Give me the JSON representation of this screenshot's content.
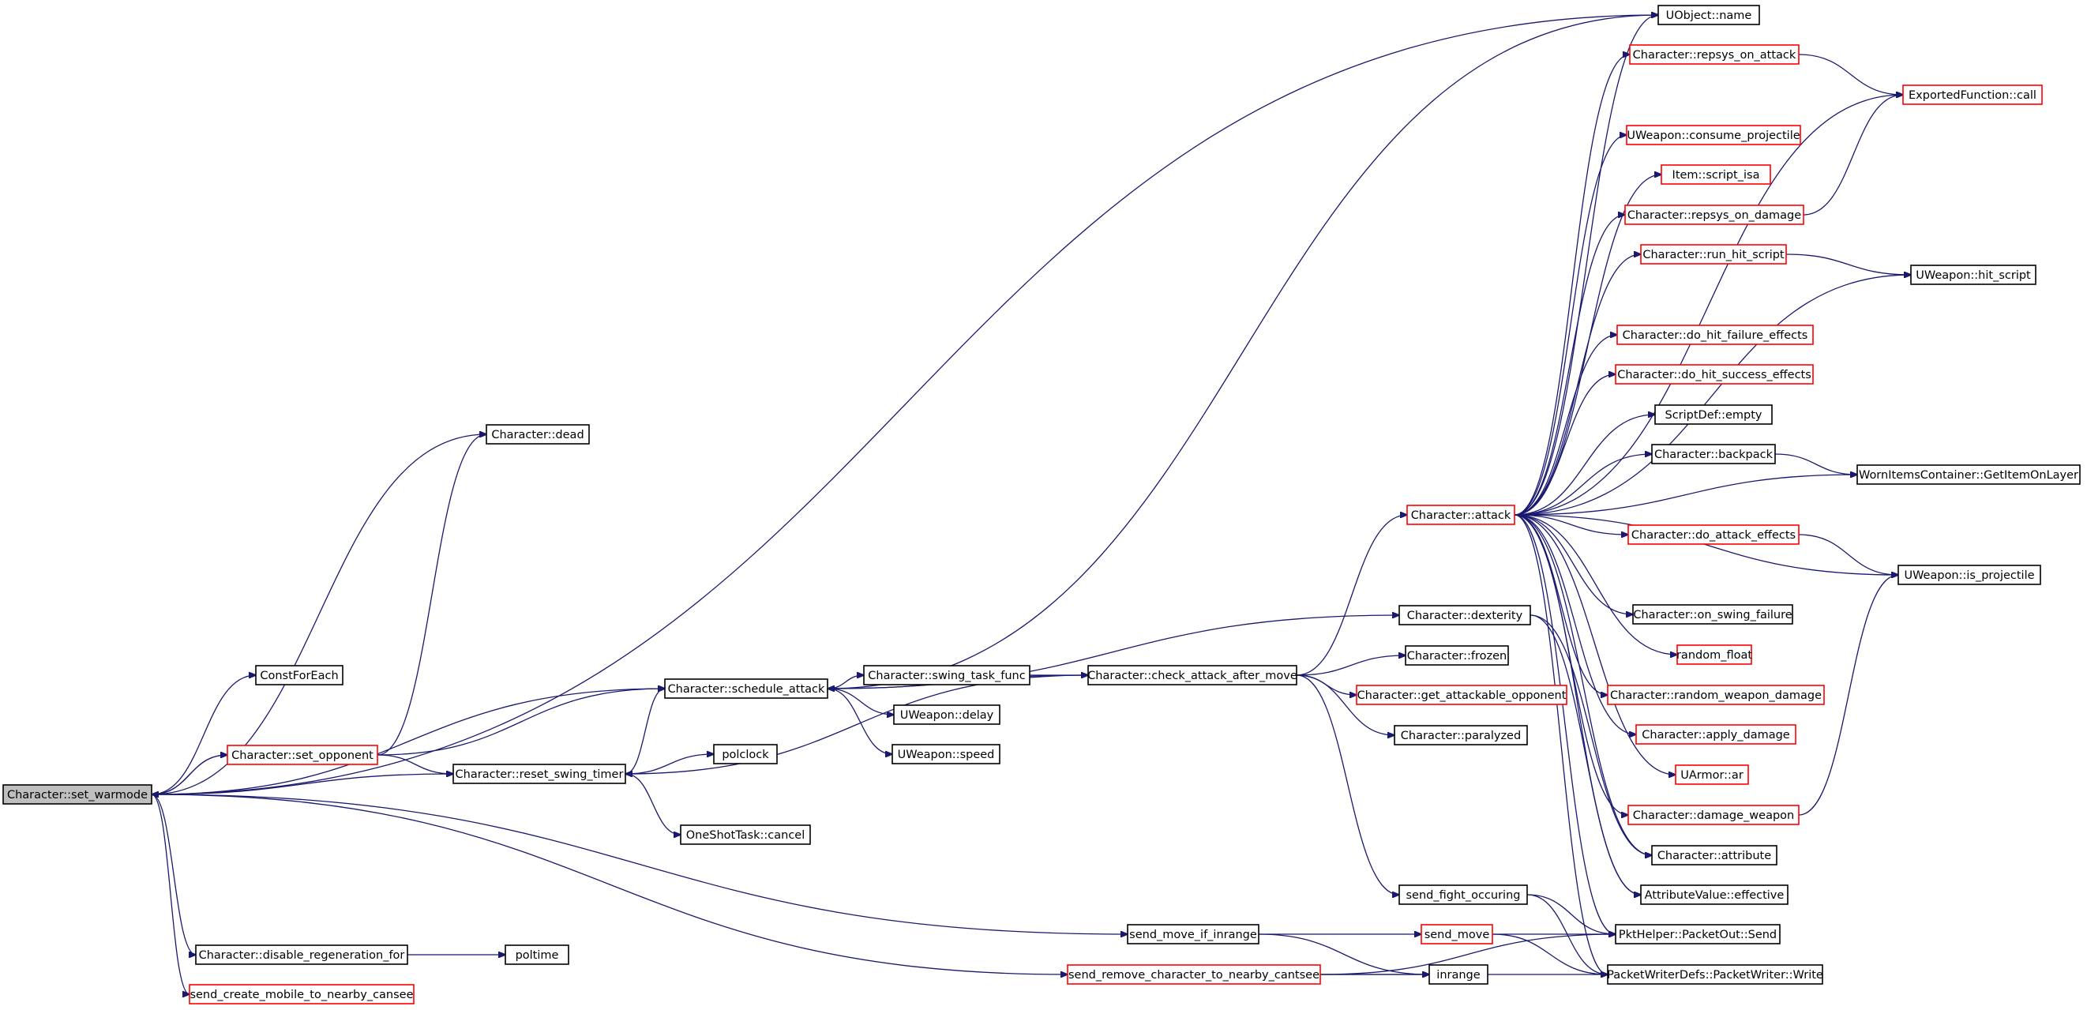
{
  "graph": {
    "nodes": [
      {
        "id": "set_warmode",
        "label": "Character::set_warmode",
        "style": "root"
      },
      {
        "id": "ConstForEach",
        "label": "ConstForEach",
        "style": "black"
      },
      {
        "id": "dead",
        "label": "Character::dead",
        "style": "black"
      },
      {
        "id": "set_opponent",
        "label": "Character::set_opponent",
        "style": "red"
      },
      {
        "id": "reset_swing_timer",
        "label": "Character::reset_swing_timer",
        "style": "black"
      },
      {
        "id": "schedule_attack",
        "label": "Character::schedule_attack",
        "style": "black"
      },
      {
        "id": "polclock",
        "label": "polclock",
        "style": "black"
      },
      {
        "id": "OneShotTask_cancel",
        "label": "OneShotTask::cancel",
        "style": "black"
      },
      {
        "id": "disable_regeneration_for",
        "label": "Character::disable_regeneration_for",
        "style": "black"
      },
      {
        "id": "poltime",
        "label": "poltime",
        "style": "black"
      },
      {
        "id": "send_create_mobile",
        "label": "send_create_mobile_to_nearby_cansee",
        "style": "red"
      },
      {
        "id": "swing_task_func",
        "label": "Character::swing_task_func",
        "style": "black"
      },
      {
        "id": "UWeapon_delay",
        "label": "UWeapon::delay",
        "style": "black"
      },
      {
        "id": "UWeapon_speed",
        "label": "UWeapon::speed",
        "style": "black"
      },
      {
        "id": "check_attack_after_move",
        "label": "Character::check_attack_after_move",
        "style": "black"
      },
      {
        "id": "send_move_if_inrange",
        "label": "send_move_if_inrange",
        "style": "black"
      },
      {
        "id": "send_remove_character",
        "label": "send_remove_character_to_nearby_cantsee",
        "style": "red"
      },
      {
        "id": "attack",
        "label": "Character::attack",
        "style": "red"
      },
      {
        "id": "dexterity",
        "label": "Character::dexterity",
        "style": "black"
      },
      {
        "id": "frozen",
        "label": "Character::frozen",
        "style": "black"
      },
      {
        "id": "get_attackable_opponent",
        "label": "Character::get_attackable_opponent",
        "style": "red"
      },
      {
        "id": "paralyzed",
        "label": "Character::paralyzed",
        "style": "black"
      },
      {
        "id": "send_fight_occuring",
        "label": "send_fight_occuring",
        "style": "black"
      },
      {
        "id": "send_move",
        "label": "send_move",
        "style": "red"
      },
      {
        "id": "inrange",
        "label": "inrange",
        "style": "black"
      },
      {
        "id": "UObject_name",
        "label": "UObject::name",
        "style": "black"
      },
      {
        "id": "repsys_on_attack",
        "label": "Character::repsys_on_attack",
        "style": "red"
      },
      {
        "id": "consume_projectile",
        "label": "UWeapon::consume_projectile",
        "style": "red"
      },
      {
        "id": "Item_script_isa",
        "label": "Item::script_isa",
        "style": "red"
      },
      {
        "id": "repsys_on_damage",
        "label": "Character::repsys_on_damage",
        "style": "red"
      },
      {
        "id": "run_hit_script",
        "label": "Character::run_hit_script",
        "style": "red"
      },
      {
        "id": "do_hit_failure_effects",
        "label": "Character::do_hit_failure_effects",
        "style": "red"
      },
      {
        "id": "do_hit_success_effects",
        "label": "Character::do_hit_success_effects",
        "style": "red"
      },
      {
        "id": "ScriptDef_empty",
        "label": "ScriptDef::empty",
        "style": "black"
      },
      {
        "id": "backpack",
        "label": "Character::backpack",
        "style": "black"
      },
      {
        "id": "do_attack_effects",
        "label": "Character::do_attack_effects",
        "style": "red"
      },
      {
        "id": "on_swing_failure",
        "label": "Character::on_swing_failure",
        "style": "black"
      },
      {
        "id": "random_float",
        "label": "random_float",
        "style": "red"
      },
      {
        "id": "random_weapon_damage",
        "label": "Character::random_weapon_damage",
        "style": "red"
      },
      {
        "id": "apply_damage",
        "label": "Character::apply_damage",
        "style": "red"
      },
      {
        "id": "UArmor_ar",
        "label": "UArmor::ar",
        "style": "red"
      },
      {
        "id": "damage_weapon",
        "label": "Character::damage_weapon",
        "style": "red"
      },
      {
        "id": "attribute",
        "label": "Character::attribute",
        "style": "black"
      },
      {
        "id": "AttributeValue_effective",
        "label": "AttributeValue::effective",
        "style": "black"
      },
      {
        "id": "PacketOut_Send",
        "label": "PktHelper::PacketOut::Send",
        "style": "black"
      },
      {
        "id": "PacketWriter_Write",
        "label": "PacketWriterDefs::PacketWriter::Write",
        "style": "black"
      },
      {
        "id": "ExportedFunction_call",
        "label": "ExportedFunction::call",
        "style": "red"
      },
      {
        "id": "UWeapon_hit_script",
        "label": "UWeapon::hit_script",
        "style": "black"
      },
      {
        "id": "GetItemOnLayer",
        "label": "WornItemsContainer::GetItemOnLayer",
        "style": "black"
      },
      {
        "id": "UWeapon_is_projectile",
        "label": "UWeapon::is_projectile",
        "style": "black"
      }
    ],
    "edges": [
      [
        "set_warmode",
        "ConstForEach"
      ],
      [
        "set_warmode",
        "dead"
      ],
      [
        "set_warmode",
        "set_opponent"
      ],
      [
        "set_warmode",
        "reset_swing_timer"
      ],
      [
        "set_warmode",
        "schedule_attack"
      ],
      [
        "set_warmode",
        "UObject_name"
      ],
      [
        "set_warmode",
        "send_move_if_inrange"
      ],
      [
        "set_warmode",
        "send_remove_character"
      ],
      [
        "set_warmode",
        "disable_regeneration_for"
      ],
      [
        "set_warmode",
        "send_create_mobile"
      ],
      [
        "set_opponent",
        "set_warmode"
      ],
      [
        "set_opponent",
        "dead"
      ],
      [
        "set_opponent",
        "reset_swing_timer"
      ],
      [
        "set_opponent",
        "schedule_attack"
      ],
      [
        "reset_swing_timer",
        "polclock"
      ],
      [
        "reset_swing_timer",
        "OneShotTask_cancel"
      ],
      [
        "reset_swing_timer",
        "schedule_attack"
      ],
      [
        "schedule_attack",
        "swing_task_func"
      ],
      [
        "schedule_attack",
        "UWeapon_delay"
      ],
      [
        "schedule_attack",
        "UWeapon_speed"
      ],
      [
        "schedule_attack",
        "dexterity"
      ],
      [
        "schedule_attack",
        "UObject_name"
      ],
      [
        "swing_task_func",
        "check_attack_after_move"
      ],
      [
        "check_attack_after_move",
        "schedule_attack"
      ],
      [
        "check_attack_after_move",
        "reset_swing_timer"
      ],
      [
        "check_attack_after_move",
        "attack"
      ],
      [
        "check_attack_after_move",
        "frozen"
      ],
      [
        "check_attack_after_move",
        "get_attackable_opponent"
      ],
      [
        "check_attack_after_move",
        "paralyzed"
      ],
      [
        "check_attack_after_move",
        "send_fight_occuring"
      ],
      [
        "disable_regeneration_for",
        "poltime"
      ],
      [
        "send_move_if_inrange",
        "send_move"
      ],
      [
        "send_move_if_inrange",
        "inrange"
      ],
      [
        "send_remove_character",
        "inrange"
      ],
      [
        "send_remove_character",
        "PacketOut_Send"
      ],
      [
        "send_remove_character",
        "PacketWriter_Write"
      ],
      [
        "send_move",
        "PacketOut_Send"
      ],
      [
        "send_move",
        "PacketWriter_Write"
      ],
      [
        "send_fight_occuring",
        "PacketOut_Send"
      ],
      [
        "send_fight_occuring",
        "PacketWriter_Write"
      ],
      [
        "dexterity",
        "attribute"
      ],
      [
        "dexterity",
        "AttributeValue_effective"
      ],
      [
        "attack",
        "UObject_name"
      ],
      [
        "attack",
        "repsys_on_attack"
      ],
      [
        "attack",
        "ExportedFunction_call"
      ],
      [
        "attack",
        "consume_projectile"
      ],
      [
        "attack",
        "Item_script_isa"
      ],
      [
        "attack",
        "repsys_on_damage"
      ],
      [
        "attack",
        "run_hit_script"
      ],
      [
        "attack",
        "UWeapon_hit_script"
      ],
      [
        "attack",
        "do_hit_failure_effects"
      ],
      [
        "attack",
        "do_hit_success_effects"
      ],
      [
        "attack",
        "ScriptDef_empty"
      ],
      [
        "attack",
        "backpack"
      ],
      [
        "attack",
        "GetItemOnLayer"
      ],
      [
        "attack",
        "do_attack_effects"
      ],
      [
        "attack",
        "UWeapon_is_projectile"
      ],
      [
        "attack",
        "on_swing_failure"
      ],
      [
        "attack",
        "random_float"
      ],
      [
        "attack",
        "random_weapon_damage"
      ],
      [
        "attack",
        "apply_damage"
      ],
      [
        "attack",
        "UArmor_ar"
      ],
      [
        "attack",
        "damage_weapon"
      ],
      [
        "attack",
        "attribute"
      ],
      [
        "attack",
        "AttributeValue_effective"
      ],
      [
        "attack",
        "PacketOut_Send"
      ],
      [
        "attack",
        "PacketWriter_Write"
      ],
      [
        "repsys_on_attack",
        "ExportedFunction_call"
      ],
      [
        "repsys_on_damage",
        "ExportedFunction_call"
      ],
      [
        "run_hit_script",
        "UWeapon_hit_script"
      ],
      [
        "backpack",
        "GetItemOnLayer"
      ],
      [
        "do_attack_effects",
        "UWeapon_is_projectile"
      ],
      [
        "damage_weapon",
        "UWeapon_is_projectile"
      ]
    ]
  }
}
